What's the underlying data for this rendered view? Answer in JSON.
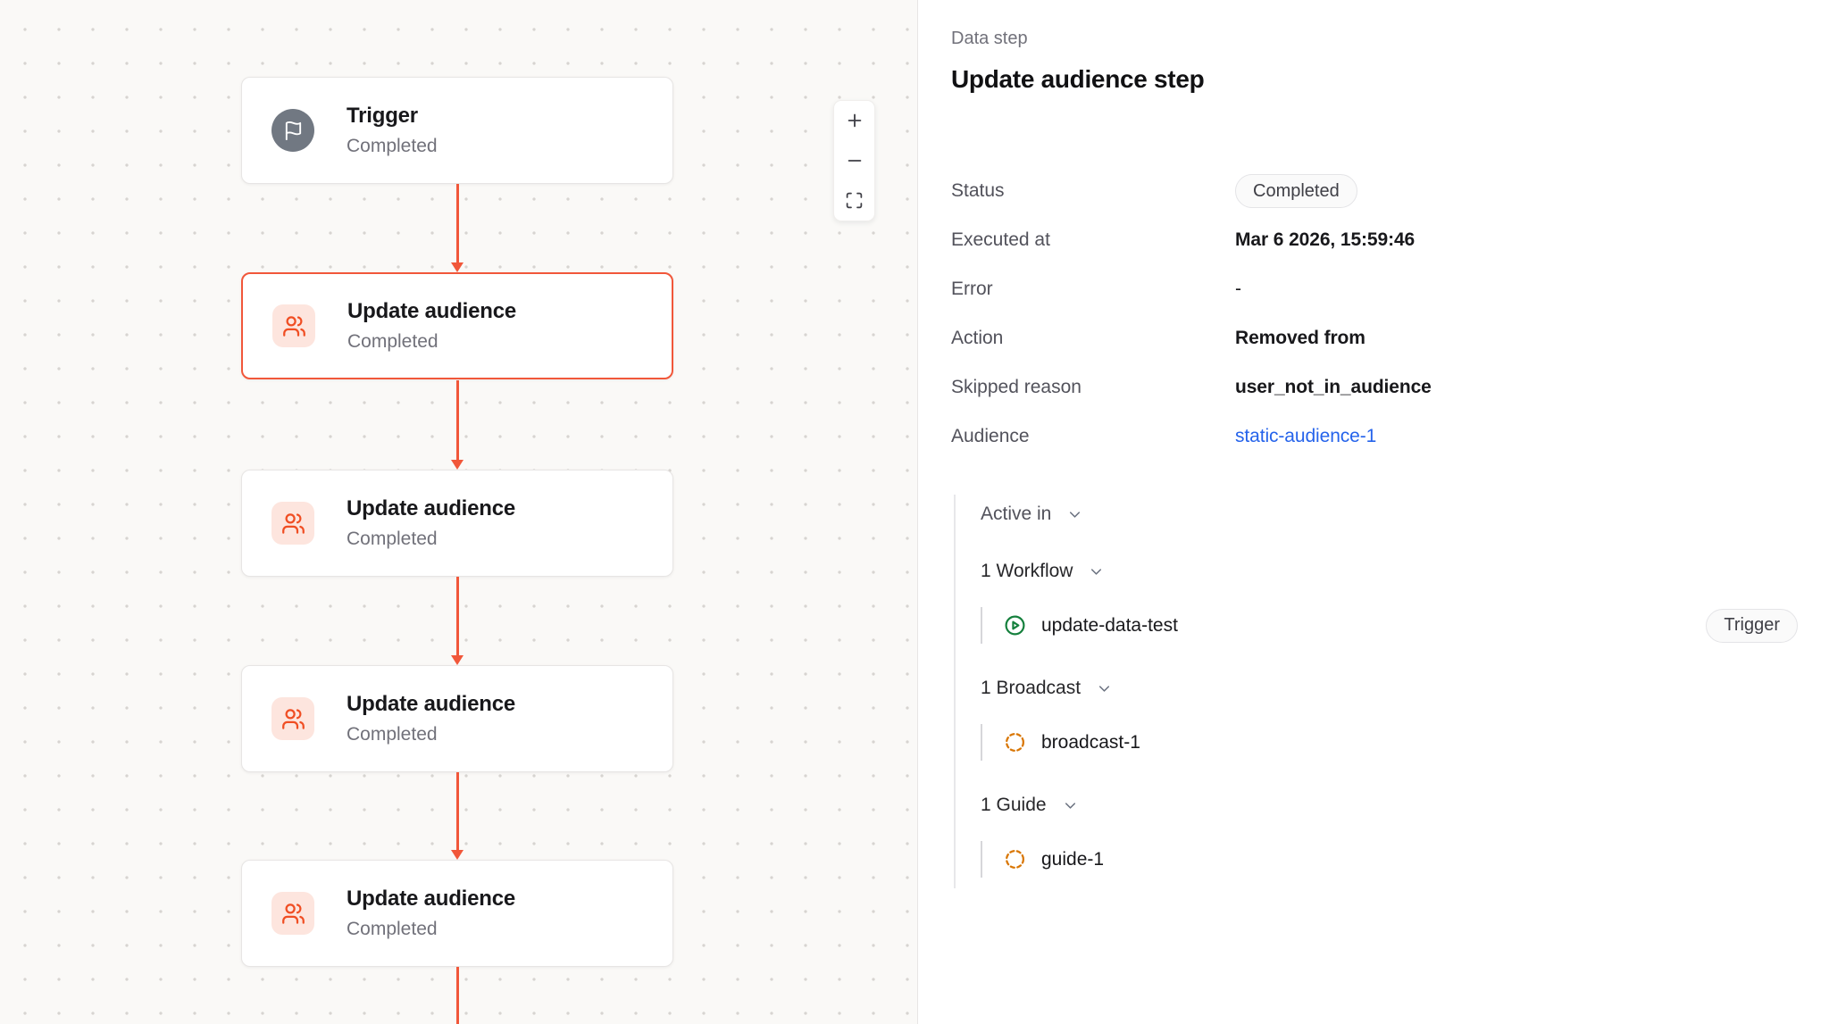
{
  "colors": {
    "accent_red": "#f1573a",
    "node_icon_red": "#f04e23",
    "node_icon_bg": "#fde5de",
    "trigger_icon_bg": "#717882",
    "link_blue": "#2563eb",
    "workflow_green": "#15803d",
    "broadcast_orange": "#d97706",
    "canvas_bg": "#faf9f7"
  },
  "canvas": {
    "nodes": [
      {
        "title": "Trigger",
        "status": "Completed",
        "icon": "flag-icon",
        "selected": false
      },
      {
        "title": "Update audience",
        "status": "Completed",
        "icon": "users-icon",
        "selected": true
      },
      {
        "title": "Update audience",
        "status": "Completed",
        "icon": "users-icon",
        "selected": false
      },
      {
        "title": "Update audience",
        "status": "Completed",
        "icon": "users-icon",
        "selected": false
      },
      {
        "title": "Update audience",
        "status": "Completed",
        "icon": "users-icon",
        "selected": false
      }
    ],
    "controls": {
      "zoom_in": "plus-icon",
      "zoom_out": "minus-icon",
      "fit_view": "maximize-icon"
    }
  },
  "panel": {
    "eyebrow": "Data step",
    "title": "Update audience step",
    "fields": [
      {
        "label": "Status",
        "value": "Completed"
      },
      {
        "label": "Executed at",
        "value": "Mar 6 2026, 15:59:46"
      },
      {
        "label": "Error",
        "value": "-"
      },
      {
        "label": "Action",
        "value": "Removed from"
      },
      {
        "label": "Skipped reason",
        "value": "user_not_in_audience"
      },
      {
        "label": "Audience",
        "value": "static-audience-1"
      }
    ],
    "active_in": {
      "label": "Active in",
      "groups": [
        {
          "label": "1 Workflow",
          "items": [
            {
              "name": "update-data-test",
              "icon": "play-circle-icon",
              "badge": "Trigger"
            }
          ]
        },
        {
          "label": "1 Broadcast",
          "items": [
            {
              "name": "broadcast-1",
              "icon": "dashed-circle-icon"
            }
          ]
        },
        {
          "label": "1 Guide",
          "items": [
            {
              "name": "guide-1",
              "icon": "dashed-circle-icon"
            }
          ]
        }
      ]
    }
  }
}
